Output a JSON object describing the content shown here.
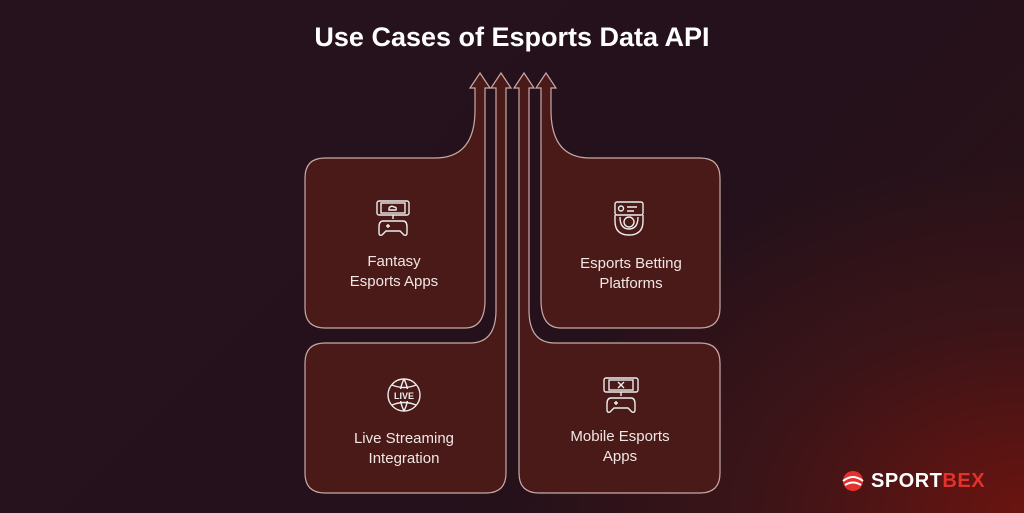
{
  "title": "Use Cases of Esports Data API",
  "cards": [
    {
      "label_1": "Fantasy",
      "label_2": "Esports Apps",
      "icon": "phone-gamepad-icon"
    },
    {
      "label_1": "Esports Betting",
      "label_2": "Platforms",
      "icon": "betting-chip-icon"
    },
    {
      "label_1": "Live Streaming",
      "label_2": "Integration",
      "icon": "live-globe-icon",
      "icon_text": "LIVE"
    },
    {
      "label_1": "Mobile Esports",
      "label_2": "Apps",
      "icon": "mobile-gamepad-icon"
    }
  ],
  "logo": {
    "part1": "SPORT",
    "part2": "BEX"
  },
  "colors": {
    "card_fill": "#4a1a18",
    "card_stroke": "#c9aaa6",
    "accent": "#e3322b"
  }
}
